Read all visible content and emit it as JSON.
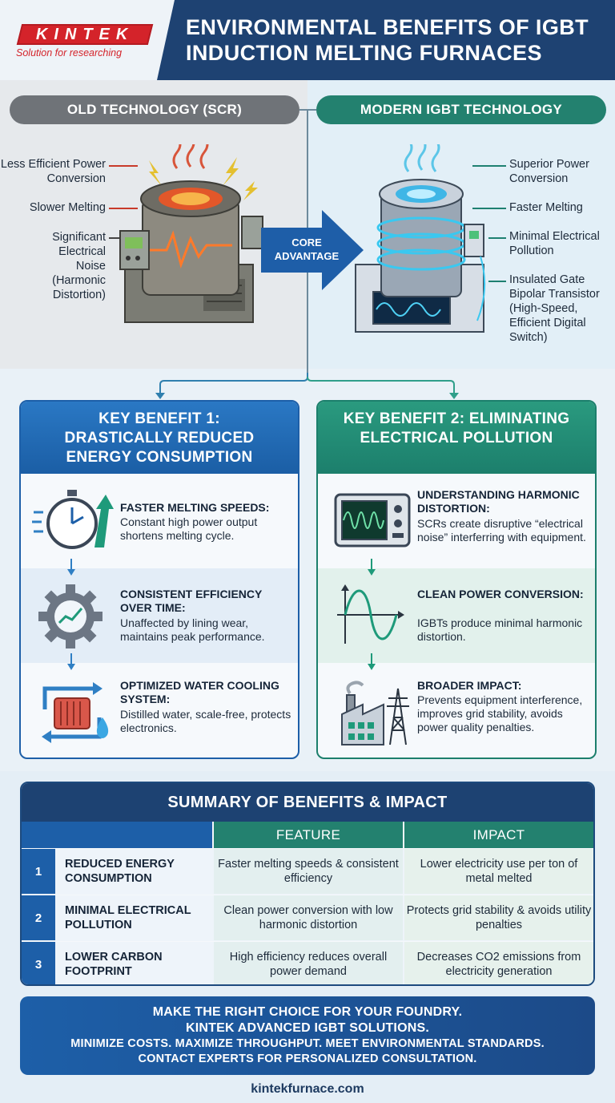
{
  "header": {
    "logo_text": "KINTEK",
    "logo_tagline": "Solution for researching",
    "title": "ENVIRONMENTAL BENEFITS OF IGBT INDUCTION MELTING FURNACES"
  },
  "comparison": {
    "old_label": "OLD TECHNOLOGY (SCR)",
    "new_label": "MODERN IGBT TECHNOLOGY",
    "core_advantage": "CORE ADVANTAGE",
    "old_callouts": [
      "Less Efficient Power Conversion",
      "Slower Melting",
      "Significant Electrical Noise (Harmonic Distortion)"
    ],
    "new_callouts": [
      "Superior Power Conversion",
      "Faster Melting",
      "Minimal Electrical Pollution",
      "Insulated Gate Bipolar Transistor (High-Speed, Efficient Digital Switch)"
    ]
  },
  "benefit1": {
    "title": "KEY BENEFIT 1: DRASTICALLY REDUCED ENERGY CONSUMPTION",
    "items": [
      {
        "title": "FASTER MELTING SPEEDS:",
        "text": "Constant high power output shortens melting cycle."
      },
      {
        "title": "CONSISTENT EFFICIENCY OVER TIME:",
        "text": "Unaffected by lining wear, maintains peak performance."
      },
      {
        "title": "OPTIMIZED WATER COOLING SYSTEM:",
        "text": "Distilled water, scale-free, protects electronics."
      }
    ]
  },
  "benefit2": {
    "title": "KEY BENEFIT 2: ELIMINATING ELECTRICAL POLLUTION",
    "items": [
      {
        "title": "UNDERSTANDING HARMONIC DISTORTION:",
        "text": "SCRs create disruptive “electrical noise” interferring with equipment."
      },
      {
        "title": "CLEAN POWER CONVERSION:",
        "text": "IGBTs produce minimal harmonic distortion."
      },
      {
        "title": "BROADER IMPACT:",
        "text": "Prevents equipment interference, improves grid stability, avoids power quality penalties."
      }
    ]
  },
  "summary": {
    "title": "SUMMARY OF BENEFITS & IMPACT",
    "col_feature": "FEATURE",
    "col_impact": "IMPACT",
    "rows": [
      {
        "num": "1",
        "name": "REDUCED ENERGY CONSUMPTION",
        "feature": "Faster melting speeds & consistent efficiency",
        "impact": "Lower electricity use per ton of metal melted"
      },
      {
        "num": "2",
        "name": "MINIMAL ELECTRICAL POLLUTION",
        "feature": "Clean power conversion with low harmonic distortion",
        "impact": "Protects grid stability & avoids utility penalties"
      },
      {
        "num": "3",
        "name": "LOWER CARBON FOOTPRINT",
        "feature": "High efficiency reduces overall power demand",
        "impact": "Decreases CO2 emissions from electricity generation"
      }
    ]
  },
  "cta": {
    "line1": "MAKE THE RIGHT CHOICE FOR YOUR FOUNDRY.",
    "line2": "KINTEK ADVANCED IGBT SOLUTIONS.",
    "line3": "MINIMIZE COSTS. MAXIMIZE THROUGHPUT. MEET ENVIRONMENTAL STANDARDS.",
    "line4": "CONTACT EXPERTS FOR PERSONALIZED CONSULTATION."
  },
  "website": "kintekfurnace.com",
  "colors": {
    "navy": "#1e4272",
    "blue": "#1d5fa8",
    "teal": "#1c7f6c",
    "red": "#d4232a",
    "gray": "#6f7378"
  }
}
